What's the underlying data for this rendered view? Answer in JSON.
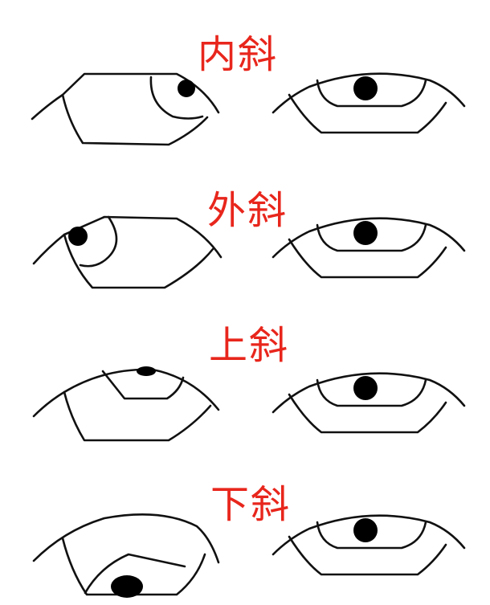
{
  "labels": [
    "内斜",
    "外斜",
    "上斜",
    "下斜"
  ],
  "colors": {
    "label": "#e8261c",
    "line": "#111111",
    "pupil": "#000000"
  }
}
